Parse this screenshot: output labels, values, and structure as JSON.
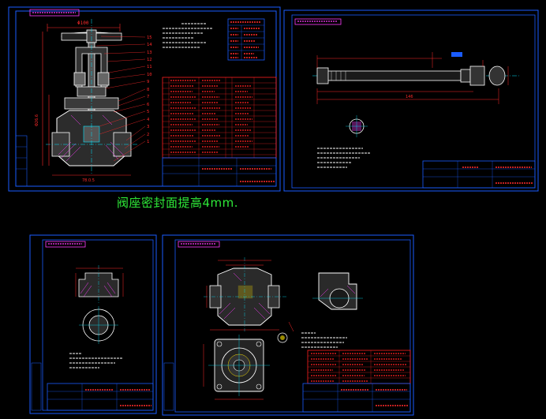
{
  "canvas": {
    "background": "#000000"
  },
  "colors": {
    "frame": "#1a5cff",
    "outline": "#ffffff",
    "dimension": "#ff2a2a",
    "hatch": "#ff3bff",
    "centerline": "#00e5ff",
    "note": "#2ee838",
    "table": "#ff2020",
    "yellow": "#ffe600"
  },
  "sheets": {
    "assembly": {
      "dims": {
        "top_width": "Φ100",
        "seat_label": "Φ26.6",
        "bottom": "78.0.5"
      },
      "balloons": [
        "15",
        "14",
        "13",
        "12",
        "11",
        "10",
        "9",
        "8",
        "7",
        "6",
        "5",
        "4",
        "3",
        "2",
        "1"
      ]
    },
    "stem": {
      "dims": {
        "overall": "146"
      }
    },
    "bonnet": {},
    "body": {}
  },
  "note_text": "阀座密封面提高4mm."
}
